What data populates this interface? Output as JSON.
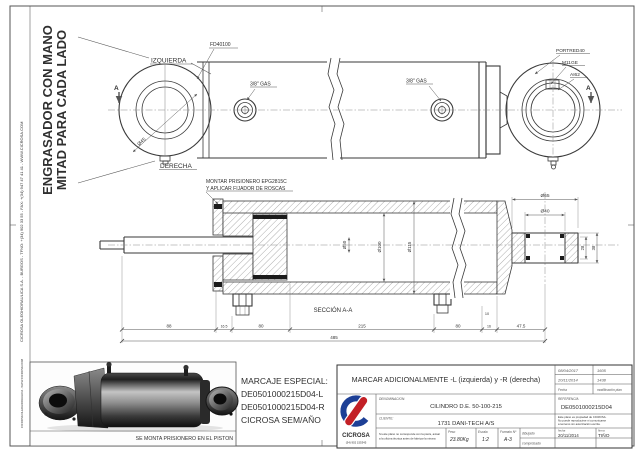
{
  "colors": {
    "line": "#3a3a3a",
    "dim": "#555555",
    "logo_blue": "#1d3f96",
    "logo_red": "#c32026",
    "paper": "#ffffff"
  },
  "sidebar": {
    "text_main": "CICROSA OLEOHIDRAULICA S.A. - BURGOS - TFNO: +(34) 902 33 55 - FAX: +(34) 947 47 41 41 - WWW.CICROSA.COM",
    "text_bottom": "CICROSA OLEOHIDRAULICA - WWW.CICROSA.COM"
  },
  "top_view": {
    "grease_note_line1": "ENGRASADOR CON MANO",
    "grease_note_line2": "MITAD PARA CADA LADO",
    "izquierda": "IZQUIERDA",
    "derecha": "DERECHA",
    "rod_label": "FD40100",
    "port_left": "3/8\" GAS",
    "port_right": "3/8\" GAS",
    "portred": "PORTRED40",
    "m11ge": "M11GE",
    "ai62": "AI62",
    "dia45": "Ø45",
    "section_letter": "A"
  },
  "section_view": {
    "note_line1": "MONTAR PRISIONERO EPG2815C",
    "note_line2": "Y APLICAR FIJADOR DE ROSCAS",
    "caption": "SECCIÓN A-A",
    "dia50": "Ø50",
    "dia100": "Ø100",
    "dia115": "Ø115",
    "dia65": "Ø65",
    "dia40": "Ø40",
    "width28": "28",
    "width38": "38",
    "dim88": "88",
    "dim165": "16.5",
    "dim80_left": "80",
    "dim215": "215",
    "dim80_right": "80",
    "dim16": "16",
    "dim10": "10",
    "dim475": "47.5",
    "dim485": "485"
  },
  "photo": {
    "caption": "SE MONTA PRISIONERO EN EL PISTON"
  },
  "marcaje": {
    "title": "MARCAJE ESPECIAL:",
    "code_l": "DE0501000215D04-L",
    "code_r": "DE0501000215D04-R",
    "brand_line": "CICROSA  SEM/AÑO"
  },
  "title_block": {
    "marcar_note": "MARCAR ADICIONALMENTE -L (izquierda) y -R (derecha)",
    "revisions": [
      {
        "date": "08/04/2017",
        "num": "1605"
      },
      {
        "date": "20/11/2014",
        "num": "1438"
      }
    ],
    "rev_header_date": "Fecha",
    "rev_header_num": "modificación plan",
    "company_name": "CICROSA",
    "company_phone": "(34) 902 155345",
    "denominacion_label": "DENOMINACION:",
    "denominacion": "CILINDRO D.E. 50-100-215",
    "cliente_label": "CLIENTE:",
    "cliente": "1731   DANI-TECH A/S",
    "referencia_label": "REFERENCIA",
    "referencia": "DE0501000215D04",
    "note_small_1a": "Si este plano no corresponde con la pieza, avisar",
    "note_small_1b": "a la oficina técnica antes de fabricar la misma",
    "note_small_2a": "Este plano es propiedad de CICROSA.",
    "note_small_2b": "No puede reproducirse ni comunicarse",
    "note_small_2c": "a terceros sin autorización escrita.",
    "peso_label": "Peso",
    "peso": "23.80Kg",
    "escala_label": "Escala",
    "escala": "1:2",
    "formato_label": "Formato Nº",
    "formato": "A-3",
    "dibujado_label": "dibujado",
    "comprobado_label": "comprobado",
    "fecha_label": "fecha",
    "firma_label": "firma",
    "dibujado_fecha": "20/11/2014",
    "dibujado_firma": "TIÑO"
  }
}
